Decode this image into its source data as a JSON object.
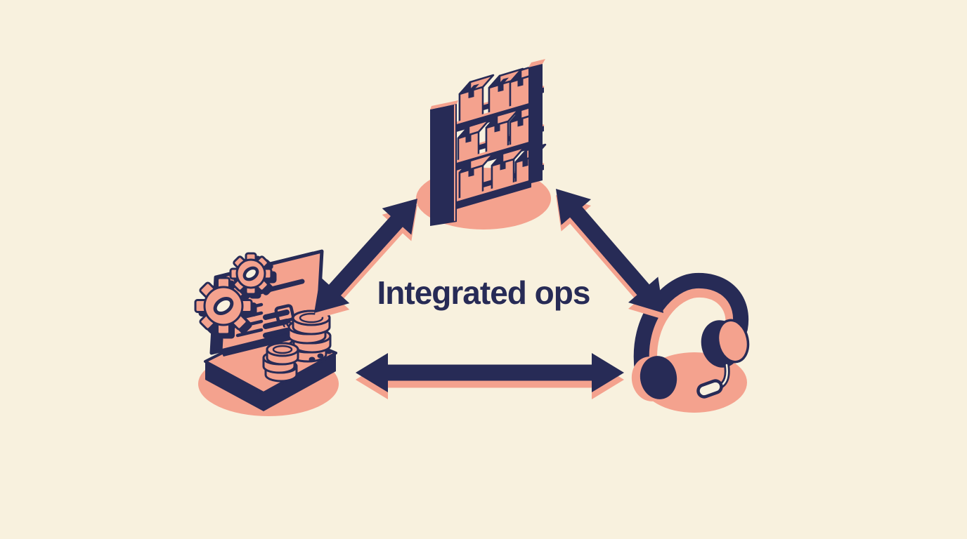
{
  "diagram": {
    "title": "Integrated ops",
    "nodes": [
      {
        "id": "inventory-shelf",
        "icon": "shelf-with-boxes-icon",
        "position": "top-center"
      },
      {
        "id": "pos-terminal",
        "icon": "pos-terminal-gears-coins-icon",
        "position": "middle-left"
      },
      {
        "id": "support-headset",
        "icon": "headset-icon",
        "position": "middle-right"
      }
    ],
    "connections": [
      {
        "from": "pos-terminal",
        "to": "inventory-shelf",
        "type": "bidirectional-arrow"
      },
      {
        "from": "inventory-shelf",
        "to": "support-headset",
        "type": "bidirectional-arrow"
      },
      {
        "from": "pos-terminal",
        "to": "support-headset",
        "type": "bidirectional-arrow"
      }
    ]
  },
  "palette": {
    "navy": "#272b56",
    "salmon": "#f4a28e",
    "cream": "#f8f1de"
  }
}
